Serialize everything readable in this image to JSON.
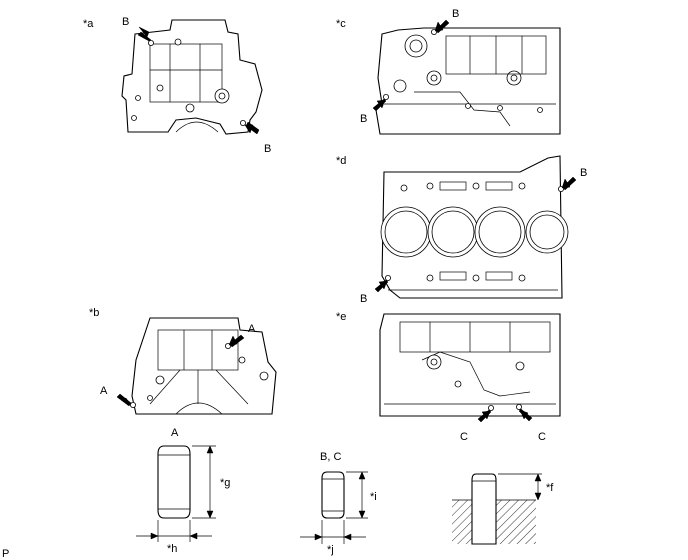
{
  "views": {
    "a": {
      "label": "*a",
      "callouts": [
        "B",
        "B"
      ]
    },
    "b": {
      "label": "*b",
      "callouts": [
        "A",
        "A"
      ]
    },
    "c": {
      "label": "*c",
      "callouts": [
        "B",
        "B"
      ]
    },
    "d": {
      "label": "*d",
      "callouts": [
        "B",
        "B"
      ]
    },
    "e": {
      "label": "*e",
      "callouts": [
        "C",
        "C"
      ]
    }
  },
  "pins": {
    "a": {
      "title": "A",
      "height_label": "*g",
      "width_label": "*h"
    },
    "bc": {
      "title": "B, C",
      "height_label": "*i",
      "width_label": "*j"
    },
    "installed": {
      "protrusion_label": "*f"
    }
  },
  "corner_code": "P"
}
